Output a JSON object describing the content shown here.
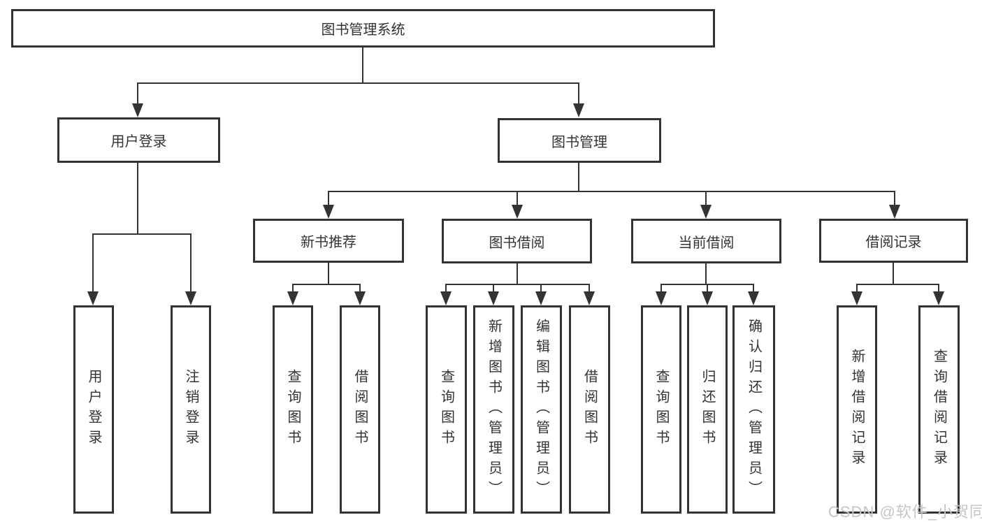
{
  "diagram": {
    "title": "图书管理系统",
    "root": {
      "label": "图书管理系统"
    },
    "level2": [
      {
        "label": "用户登录"
      },
      {
        "label": "图书管理"
      }
    ],
    "level3": [
      {
        "label": "新书推荐"
      },
      {
        "label": "图书借阅"
      },
      {
        "label": "当前借阅"
      },
      {
        "label": "借阅记录"
      }
    ],
    "leaves": {
      "user_login": [
        {
          "label": "用户登录"
        },
        {
          "label": "注销登录"
        }
      ],
      "new_books": [
        {
          "label": "查询图书"
        },
        {
          "label": "借阅图书"
        }
      ],
      "book_borrow": [
        {
          "label": "查询图书"
        },
        {
          "label": "新增图书（管理员）"
        },
        {
          "label": "编辑图书（管理员）"
        },
        {
          "label": "借阅图书"
        }
      ],
      "current_borrow": [
        {
          "label": "查询图书"
        },
        {
          "label": "归还图书"
        },
        {
          "label": "确认归还（管理员）"
        }
      ],
      "borrow_records": [
        {
          "label": "新增借阅记录"
        },
        {
          "label": "查询借阅记录"
        }
      ]
    }
  },
  "watermark": {
    "text": "CSDN @软件_小贺同学"
  },
  "colors": {
    "line": "#333333",
    "text": "#333333",
    "background": "#ffffff",
    "watermark": "#c5c5c5"
  }
}
